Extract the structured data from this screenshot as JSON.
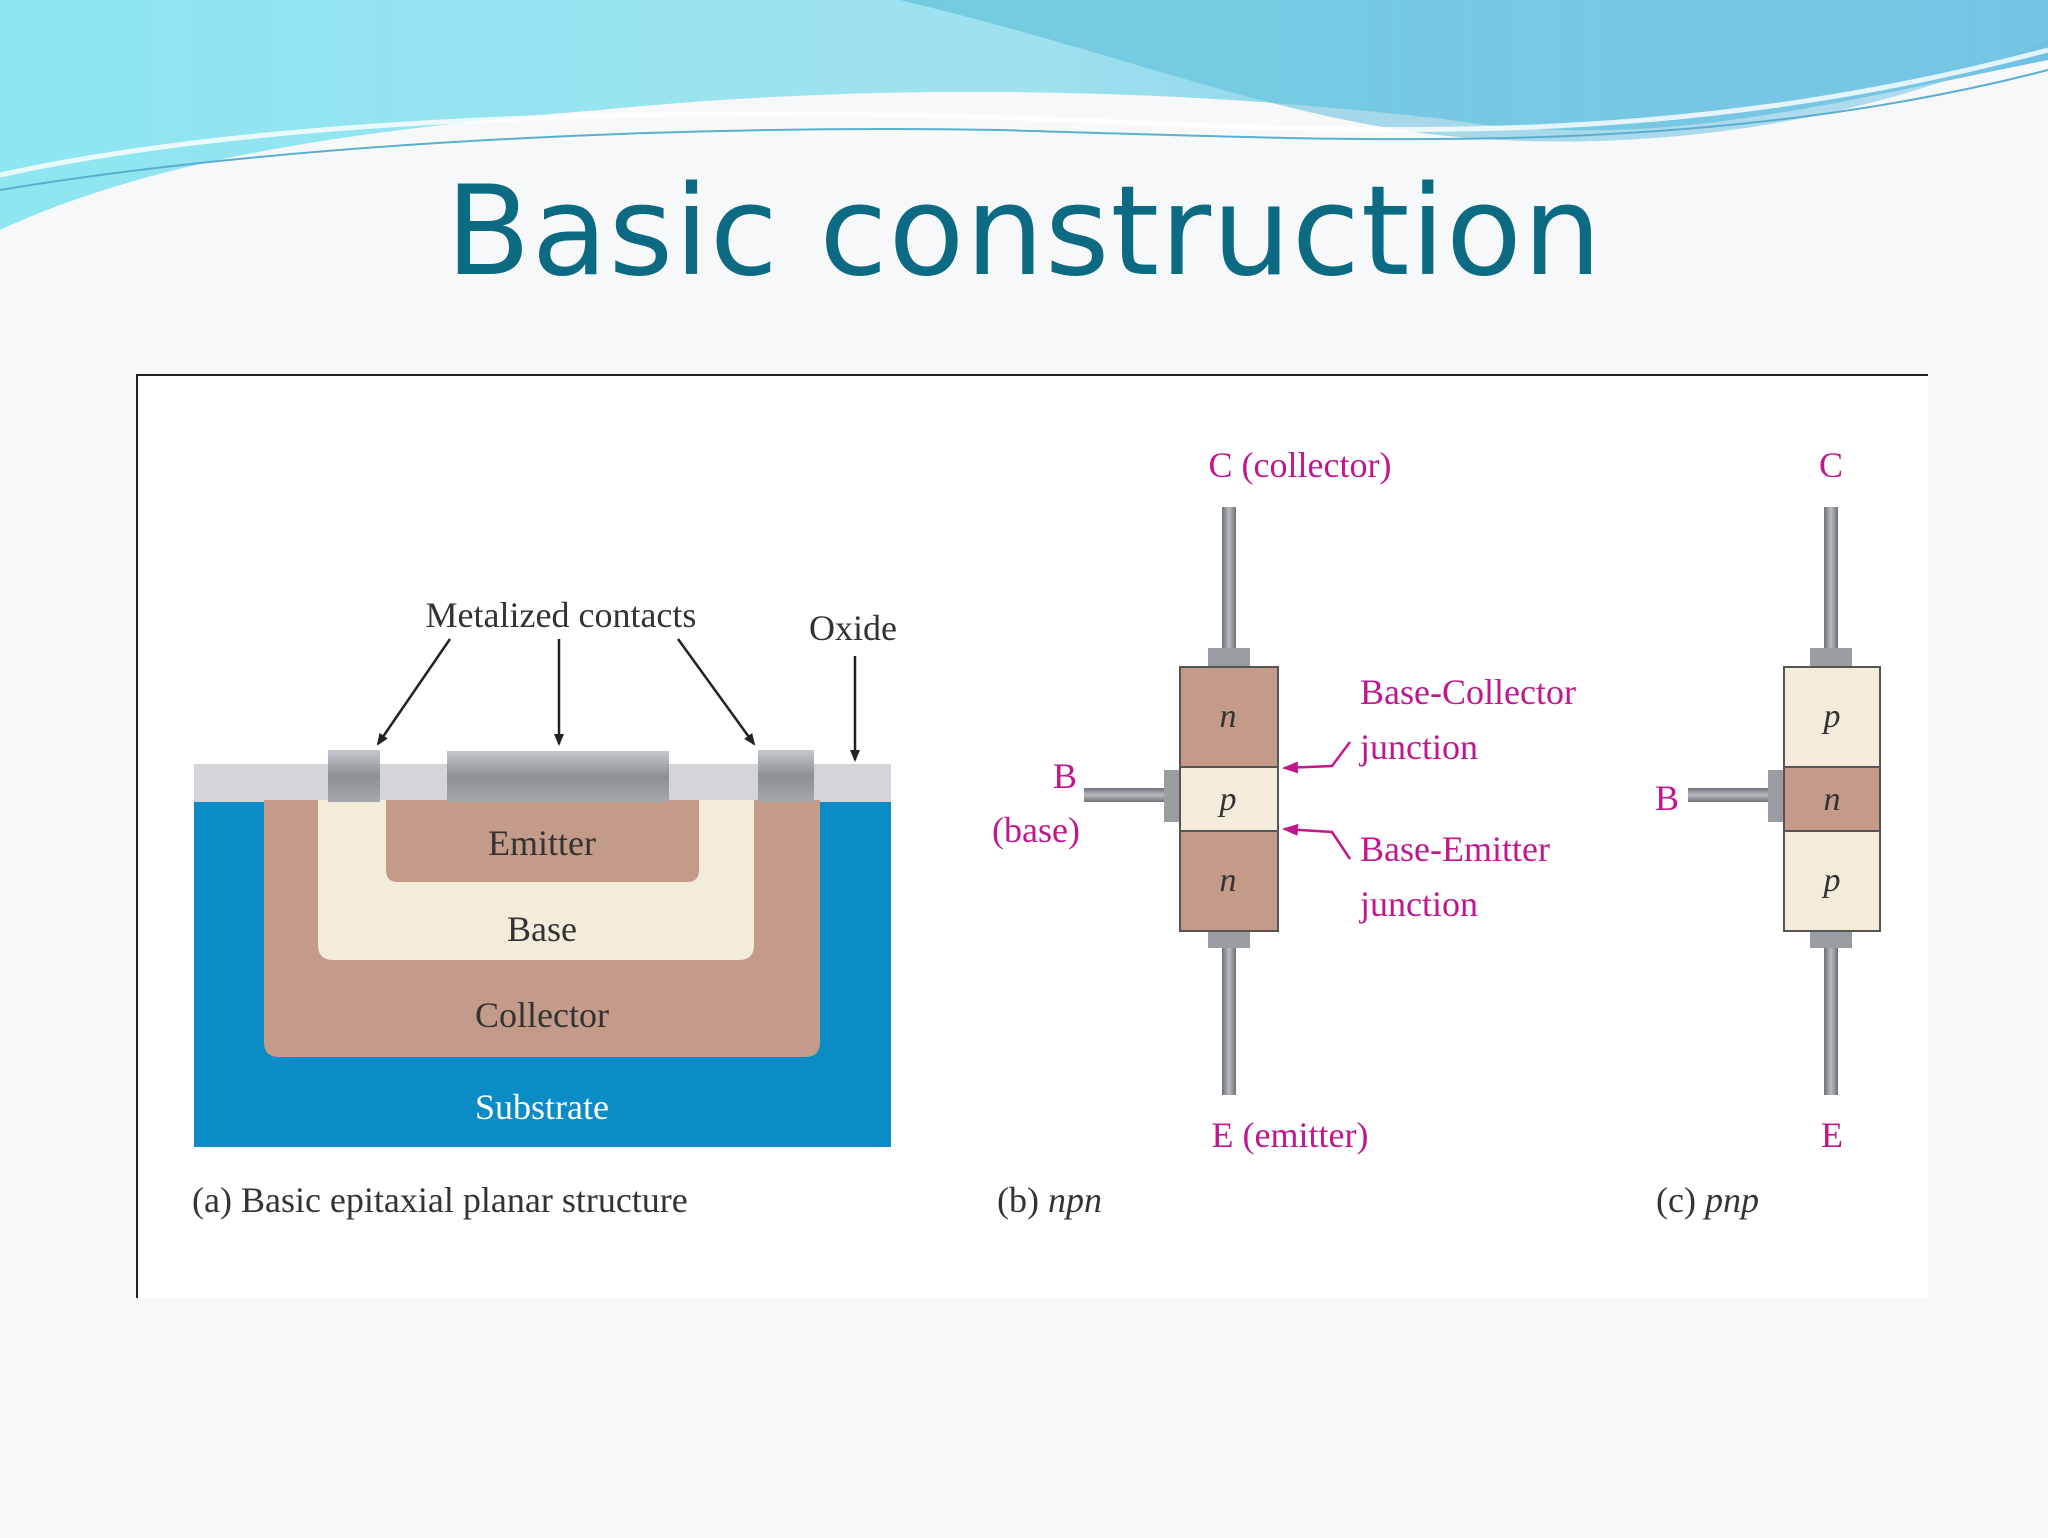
{
  "slide": {
    "title": "Basic construction"
  },
  "colors": {
    "title": "#0c6a83",
    "n_region": "#c49b88",
    "p_region": "#f3ecda",
    "substrate": "#0b8cc6",
    "oxide": "#d3d5d8",
    "metal": "#9a9ea3",
    "annotation": "#c0168e"
  },
  "figure": {
    "panel_a": {
      "caption": "(a) Basic epitaxial planar structure",
      "metal_contacts": "Metalized contacts",
      "oxide": "Oxide",
      "emitter": "Emitter",
      "base": "Base",
      "collector": "Collector",
      "substrate": "Substrate"
    },
    "panel_b": {
      "caption_prefix": "(b) ",
      "caption_type": "npn",
      "collector": "C (collector)",
      "emitter": "E (emitter)",
      "base_letter": "B",
      "base_word": "(base)",
      "top": "n",
      "middle": "p",
      "bottom": "n",
      "bc_junction_1": "Base-Collector",
      "bc_junction_2": "junction",
      "be_junction_1": "Base-Emitter",
      "be_junction_2": "junction"
    },
    "panel_c": {
      "caption_prefix": "(c) ",
      "caption_type": "pnp",
      "collector": "C",
      "emitter": "E",
      "base_letter": "B",
      "top": "p",
      "middle": "n",
      "bottom": "p"
    }
  }
}
